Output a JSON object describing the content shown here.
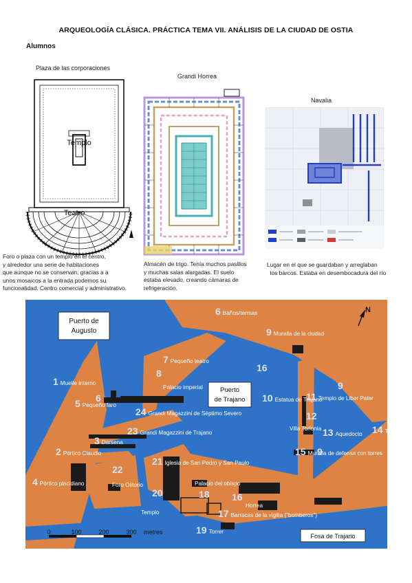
{
  "header": {
    "title": "ARQUEOLOGÍA CLÁSICA. PRÁCTICA TEMA VII. ANÁLISIS DE LA CIUDAD DE OSTIA",
    "students_label": "Alumnos"
  },
  "figures": {
    "corporaciones": {
      "caption": "Plaza de las corporaciones",
      "temple_label": "Templo",
      "theatre_label": "Teatro",
      "description": [
        "Foro o plaza con un templo en el centro,",
        " y alrededor una serie de habitaciones",
        "que aunque no se conservan, gracias a a",
        "unos mosaicos a la entrada podemos su",
        "funcionalidad. Centro comercial y administrativo."
      ]
    },
    "horrea": {
      "caption": "Grandi Horrea",
      "description": [
        "Almacén de trigo. Tenía muchos pasillos",
        "y muchas salas alargadas. El suelo",
        "estaba elevado, creando cámaras de",
        "refrigeración."
      ]
    },
    "navalia": {
      "caption": "Navalia",
      "description": [
        "Lugar en el que se guardaban y arreglaban",
        "  los barcos. Estaba en desembocadura del río"
      ]
    }
  },
  "map": {
    "colors": {
      "water": "#2e73c8",
      "land": "#dd8444",
      "building": "#1a1a1a",
      "number": "#d9e2f0"
    },
    "north_label": "N",
    "boxes": {
      "augusto": [
        "Puerto de",
        "Augusto"
      ],
      "trajano": [
        "Puerto",
        "de Trajano"
      ],
      "fosa": "Fosa de Trajano"
    },
    "scale": {
      "ticks": [
        "0",
        "100",
        "200",
        "300"
      ],
      "unit": "metres"
    },
    "labels": [
      {
        "n": "6",
        "text": "Baños/termas"
      },
      {
        "n": "9",
        "text": "Muralla de la ciudad"
      },
      {
        "n": "7",
        "text": "Pequeño teatro"
      },
      {
        "n": "16",
        "text": ""
      },
      {
        "n": "8",
        "text": ""
      },
      {
        "n": "",
        "text": "Palacio imperial"
      },
      {
        "n": "1",
        "text": "Muelle interno"
      },
      {
        "n": "9",
        "text": ""
      },
      {
        "n": "5",
        "text": "Pequeño faro"
      },
      {
        "n": "6",
        "text": ""
      },
      {
        "n": "24",
        "text": "Grandi Magazzini de Séptimo Severo"
      },
      {
        "n": "10",
        "text": "Estatua de Trajano"
      },
      {
        "n": "11",
        "text": "Templo de Liber Pater"
      },
      {
        "n": "12",
        "text": ""
      },
      {
        "n": "",
        "text": "Villa Torlonia"
      },
      {
        "n": "13",
        "text": "Aquedocto"
      },
      {
        "n": "14",
        "text": "Templo de Portumanus"
      },
      {
        "n": "23",
        "text": "Grandi Magazzini de Trajano"
      },
      {
        "n": "3",
        "text": "Darsena"
      },
      {
        "n": "2",
        "text": "Pórtico Claudio"
      },
      {
        "n": "21",
        "text": "Iglesia de San Pedro y San Paulo"
      },
      {
        "n": "15",
        "text": "Muralla de defensa con torres"
      },
      {
        "n": "9",
        "text": ""
      },
      {
        "n": "22",
        "text": ""
      },
      {
        "n": "4",
        "text": "Pórtico placidiano"
      },
      {
        "n": "",
        "text": "Foro Olitorio"
      },
      {
        "n": "",
        "text": "Palacio del obispo"
      },
      {
        "n": "20",
        "text": ""
      },
      {
        "n": "18",
        "text": ""
      },
      {
        "n": "16",
        "text": ""
      },
      {
        "n": "",
        "text": "Horrea"
      },
      {
        "n": "",
        "text": "Templo"
      },
      {
        "n": "17",
        "text": "Barracas de la vigilia (\"bomberos\")"
      },
      {
        "n": "19",
        "text": "Torrer"
      }
    ]
  }
}
